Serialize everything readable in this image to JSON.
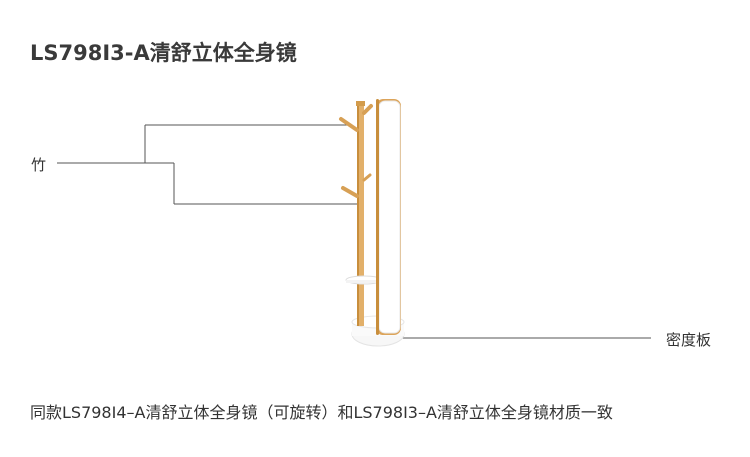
{
  "title": "LS798I3-A清舒立体全身镜",
  "callouts": {
    "bamboo": "竹",
    "density_board": "密度板"
  },
  "footer_note": "同款LS798I4–A清舒立体全身镜（可旋转）和LS798I3–A清舒立体全身镜材质一致",
  "colors": {
    "bamboo": "#e2b06a",
    "bamboo_dark": "#c88e3c",
    "line": "#555555",
    "white_part": "#ffffff"
  }
}
